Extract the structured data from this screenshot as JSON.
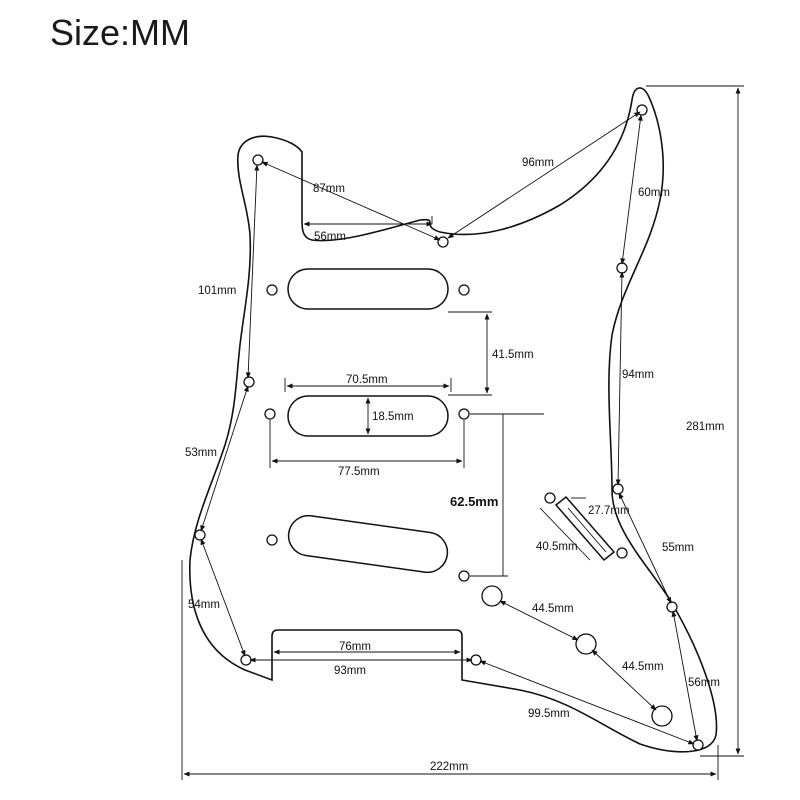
{
  "title": "Size:MM",
  "dimensions": {
    "d87": "87mm",
    "d96": "96mm",
    "d60": "60mm",
    "d56top": "56mm",
    "d101": "101mm",
    "d41_5": "41.5mm",
    "d70_5": "70.5mm",
    "d18_5": "18.5mm",
    "d77_5": "77.5mm",
    "d281": "281mm",
    "d94": "94mm",
    "d53": "53mm",
    "d62_5": "62.5mm",
    "d27_7": "27.7mm",
    "d40_5": "40.5mm",
    "d55": "55mm",
    "d54": "54mm",
    "d44_5a": "44.5mm",
    "d44_5b": "44.5mm",
    "d76": "76mm",
    "d93": "93mm",
    "d56bottom": "56mm",
    "d99_5": "99.5mm",
    "d222": "222mm"
  },
  "colors": {
    "line": "#111111",
    "background": "#ffffff"
  }
}
